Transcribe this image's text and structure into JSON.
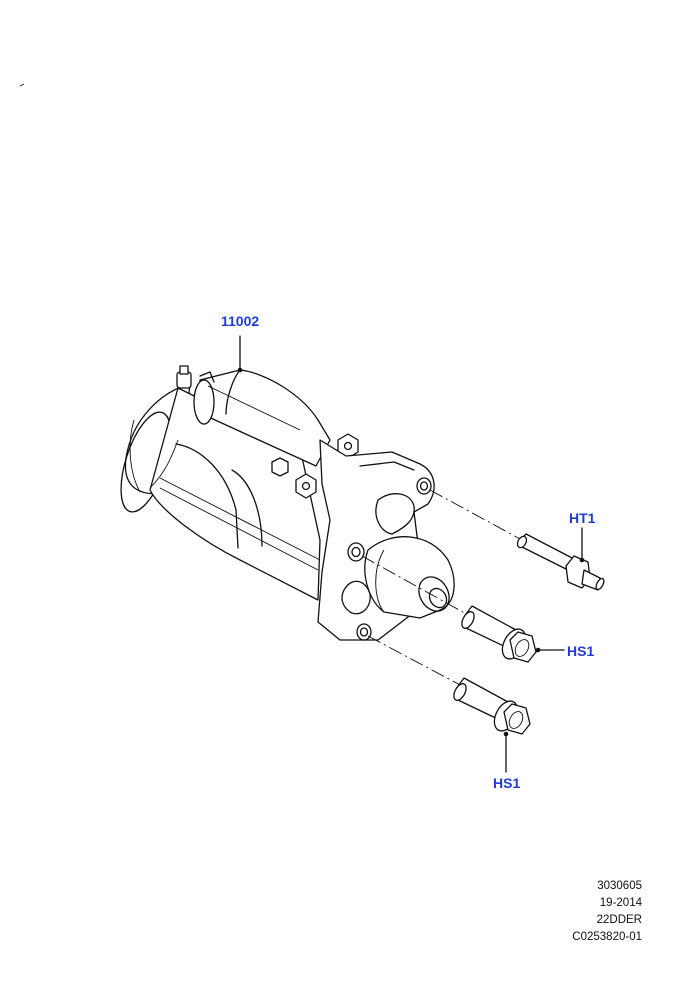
{
  "diagram": {
    "parts": [
      {
        "key": "starter",
        "label": "11002"
      },
      {
        "key": "stud",
        "label": "HT1"
      },
      {
        "key": "bolt_upper",
        "label": "HS1"
      },
      {
        "key": "bolt_lower",
        "label": "HS1"
      }
    ]
  },
  "footer": {
    "lines": [
      "3030605",
      "19-2014",
      "22DDER",
      "C0253820-01"
    ]
  }
}
